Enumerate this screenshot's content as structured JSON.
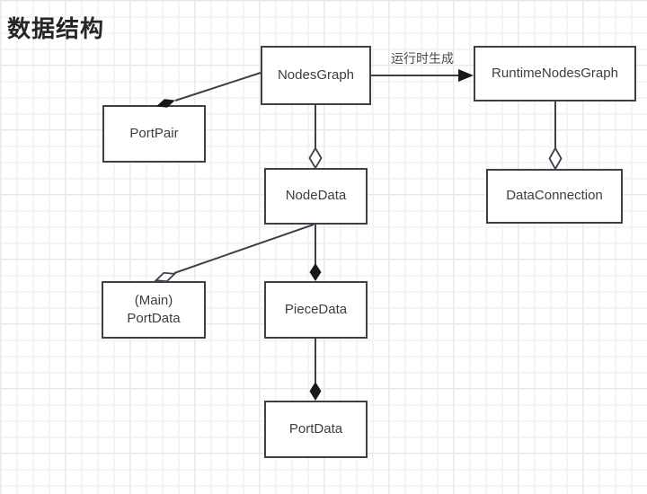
{
  "title": "数据结构",
  "diagram": {
    "nodes": [
      {
        "id": "nodes-graph",
        "label": "NodesGraph"
      },
      {
        "id": "runtime-nodes-graph",
        "label": "RuntimeNodesGraph"
      },
      {
        "id": "port-pair",
        "label": "PortPair"
      },
      {
        "id": "node-data",
        "label": "NodeData"
      },
      {
        "id": "data-connection",
        "label": "DataConnection"
      },
      {
        "id": "main-port-data",
        "label": "(Main)\nPortData"
      },
      {
        "id": "piece-data",
        "label": "PieceData"
      },
      {
        "id": "port-data",
        "label": "PortData"
      }
    ],
    "edges": [
      {
        "from": "NodesGraph",
        "to": "RuntimeNodesGraph",
        "type": "arrow",
        "label": "运行时生成"
      },
      {
        "from": "NodesGraph",
        "to": "PortPair",
        "type": "composition-filled-diamond",
        "label": ""
      },
      {
        "from": "NodesGraph",
        "to": "NodeData",
        "type": "aggregation-hollow-diamond",
        "label": ""
      },
      {
        "from": "RuntimeNodesGraph",
        "to": "DataConnection",
        "type": "aggregation-hollow-diamond",
        "label": ""
      },
      {
        "from": "NodeData",
        "to": "(Main)PortData",
        "type": "aggregation-hollow-diamond",
        "label": ""
      },
      {
        "from": "NodeData",
        "to": "PieceData",
        "type": "composition-filled-diamond",
        "label": ""
      },
      {
        "from": "PieceData",
        "to": "PortData",
        "type": "composition-filled-diamond",
        "label": ""
      }
    ]
  },
  "colors": {
    "background": "#ffffff",
    "grid_minor": "#f4f4f6",
    "grid_major": "#e8e8eb",
    "box_border": "#3c4147",
    "connector": "#3c4147",
    "diamond_fill": "#17181a",
    "node_text": "#3d3d3d",
    "title_text": "#262626",
    "edge_label_text": "#4a4a4a"
  }
}
